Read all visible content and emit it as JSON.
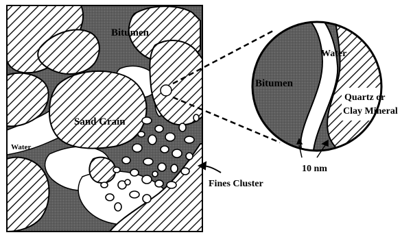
{
  "labels": {
    "bitumen_main": "Bitumen",
    "sand_grain": "Sand Grain",
    "water_main": "Water",
    "fines_cluster": "Fines Cluster",
    "water_zoom": "Water",
    "bitumen_zoom": "Bitumen",
    "mineral_line1": "Quartz or",
    "mineral_line2": "Clay Mineral",
    "thickness": "10 nm"
  },
  "colors": {
    "bitumen_fill": "#5e5e5e",
    "water_fill": "#ffffff",
    "grain_hatch": "#1a1a1a",
    "outline": "#000000"
  }
}
